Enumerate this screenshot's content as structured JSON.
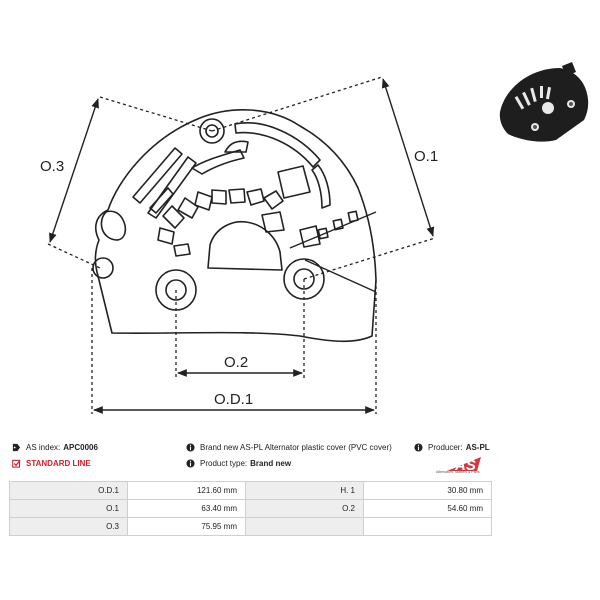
{
  "diagram": {
    "labels": {
      "o3": "O.3",
      "o1": "O.1",
      "o2": "O.2",
      "od1": "O.D.1"
    }
  },
  "info": {
    "as_index_label": "AS index:",
    "as_index_value": "APC0006",
    "standard_line": "STANDARD LINE",
    "description": "Brand new AS-PL Alternator plastic cover (PVC cover)",
    "producer_label": "Producer:",
    "producer_value": "AS-PL",
    "product_type_label": "Product type:",
    "product_type_value": "Brand new"
  },
  "logo": {
    "text": "AS",
    "subtitle": "Alternators, Starters & Parts",
    "color": "#d0212a"
  },
  "specs": {
    "rows": [
      {
        "k1": "O.D.1",
        "v1": "121.60 mm",
        "k2": "H. 1",
        "v2": "30.80 mm"
      },
      {
        "k1": "O.1",
        "v1": "63.40 mm",
        "k2": "O.2",
        "v2": "54.60 mm"
      },
      {
        "k1": "O.3",
        "v1": "75.95 mm",
        "k2": "",
        "v2": ""
      }
    ]
  }
}
